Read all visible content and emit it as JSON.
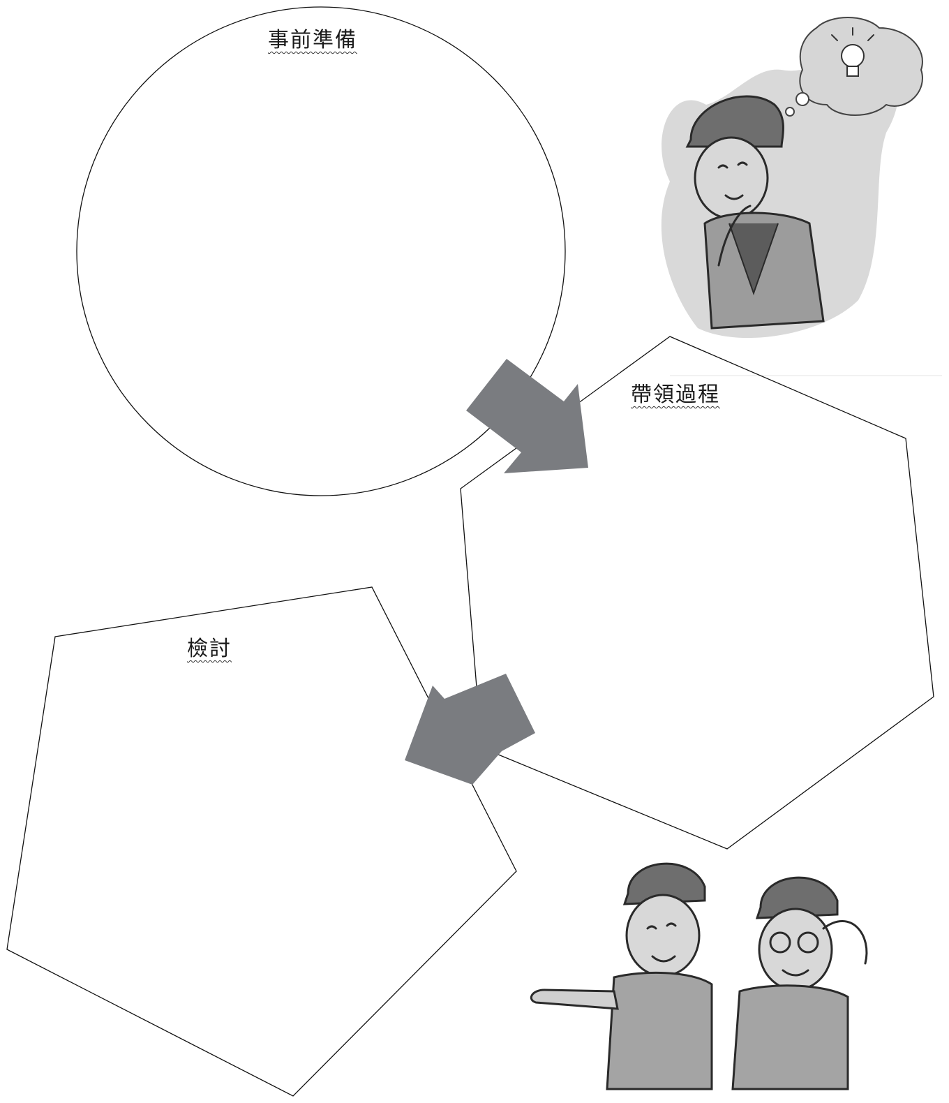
{
  "stages": {
    "preparation": {
      "label": "事前準備",
      "shape": "circle"
    },
    "leading_process": {
      "label": "帶領過程",
      "shape": "hexagon"
    },
    "review": {
      "label": "檢討",
      "shape": "pentagon"
    }
  },
  "arrows": [
    {
      "from": "preparation",
      "to": "leading_process"
    },
    {
      "from": "leading_process",
      "to": "review"
    }
  ],
  "colors": {
    "outline": "#111111",
    "arrow": "#7a7c80",
    "illustration_wash": "#9a9a9a"
  },
  "illustrations": [
    {
      "name": "thinking-scout-illustration",
      "icon": "lightbulb-thought-icon"
    },
    {
      "name": "pointing-scouts-illustration",
      "icon": "pointing-hand-icon"
    }
  ]
}
